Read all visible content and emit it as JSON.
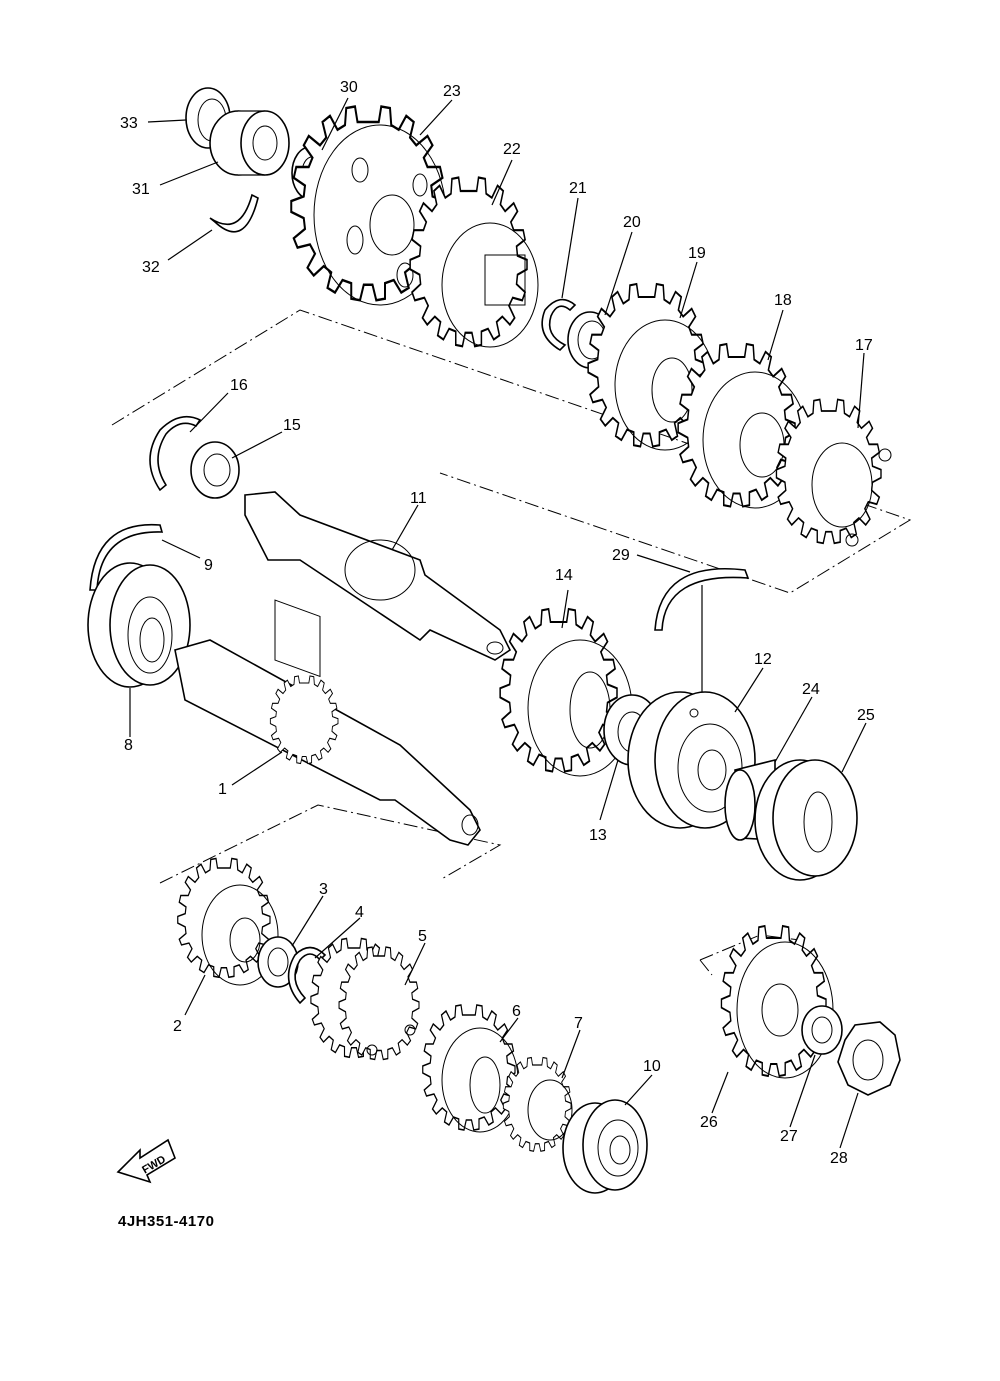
{
  "diagram": {
    "code": "4JH351-4170",
    "fwd_label": "FWD",
    "colors": {
      "line": "#000000",
      "background": "#ffffff"
    },
    "callouts": [
      "1",
      "2",
      "3",
      "4",
      "5",
      "6",
      "7",
      "8",
      "9",
      "10",
      "11",
      "12",
      "13",
      "14",
      "15",
      "16",
      "17",
      "18",
      "19",
      "20",
      "21",
      "22",
      "23",
      "24",
      "25",
      "26",
      "27",
      "28",
      "29",
      "30",
      "31",
      "32",
      "33"
    ]
  }
}
